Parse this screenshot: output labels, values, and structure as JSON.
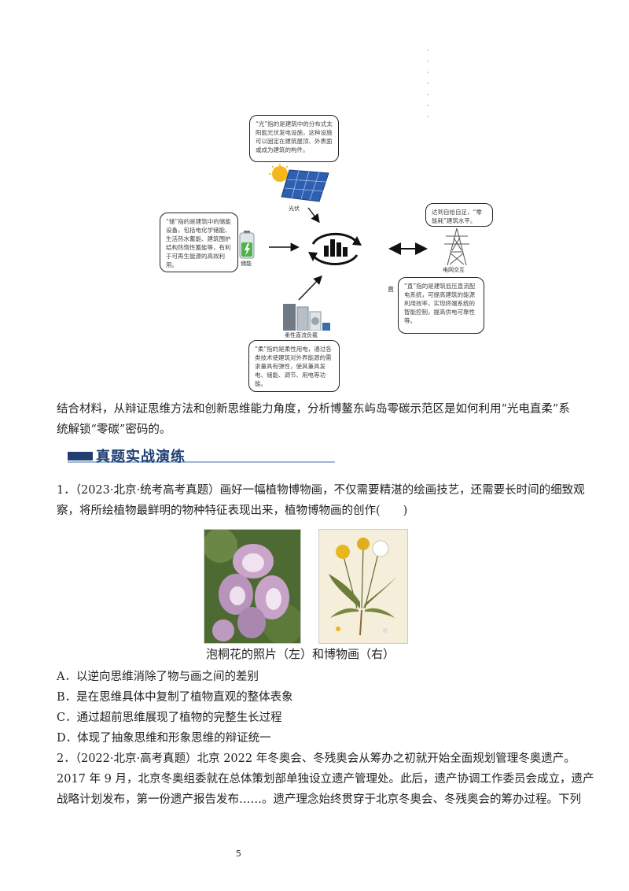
{
  "diagram": {
    "note_guang": "“光”指的是建筑中的分布式太阳能光伏发电设施，这种设施可以固定在建筑屋顶、外表面或成为建筑的构件。",
    "label_guangfu": "光伏",
    "note_chu": "“储”指的是建筑中的储能设备，包括电化学储能、生活热水蓄能、建筑围护结构热惰性蓄能等，有利于可再生能源的高效利用。",
    "label_chuneng": "储能",
    "note_grid": "达到自给自足，“零能耗”建筑水平。",
    "label_grid": "电网交互",
    "note_zhi": "“直”指的是建筑低压直流配电系统，可提高建筑的能源利用效率，实现终端系统的智能控制，提高供电可靠性等。",
    "label_zhi": "直",
    "label_rou": "柔性直流负载",
    "note_rou": "“柔”指的是柔性用电，通过各类技术使建筑对外界能源的需求量具有弹性，使其兼具发电、储能、调节、用电等功能。"
  },
  "question_intro": {
    "line1": "结合材料，从辩证思维方法和创新思维能力角度，分析博鳌东屿岛零碳示范区是如何利用“光电直柔”系",
    "line2": "统解锁“零碳”密码的。"
  },
  "section_title": "真题实战演练",
  "q1": {
    "stem_line1": "1．（2023·北京·统考高考真题）画好一幅植物博物画，不仅需要精湛的绘画技艺，还需要长时间的细致观",
    "stem_line2": "察，将所绘植物最鲜明的物种特征表现出来，植物博物画的创作(　　)",
    "figure_caption": "泡桐花的照片（左）和博物画（右）",
    "options": [
      "A．以逆向思维消除了物与画之间的差别",
      "B．是在思维具体中复制了植物直观的整体表象",
      "C．通过超前思维展现了植物的完整生长过程",
      "D．体现了抽象思维和形象思维的辩证统一"
    ]
  },
  "q2": {
    "line1": "2．（2022·北京·高考真题）北京 2022 年冬奥会、冬残奥会从筹办之初就开始全面规划管理冬奥遗产。",
    "line2": "2017 年 9 月，北京冬奥组委就在总体策划部单独设立遗产管理处。此后，遗产协调工作委员会成立，遗产",
    "line3": "战略计划发布，第一份遗产报告发布……。遗产理念始终贯穿于北京冬奥会、冬残奥会的筹办过程。下列"
  },
  "page_number": "5"
}
